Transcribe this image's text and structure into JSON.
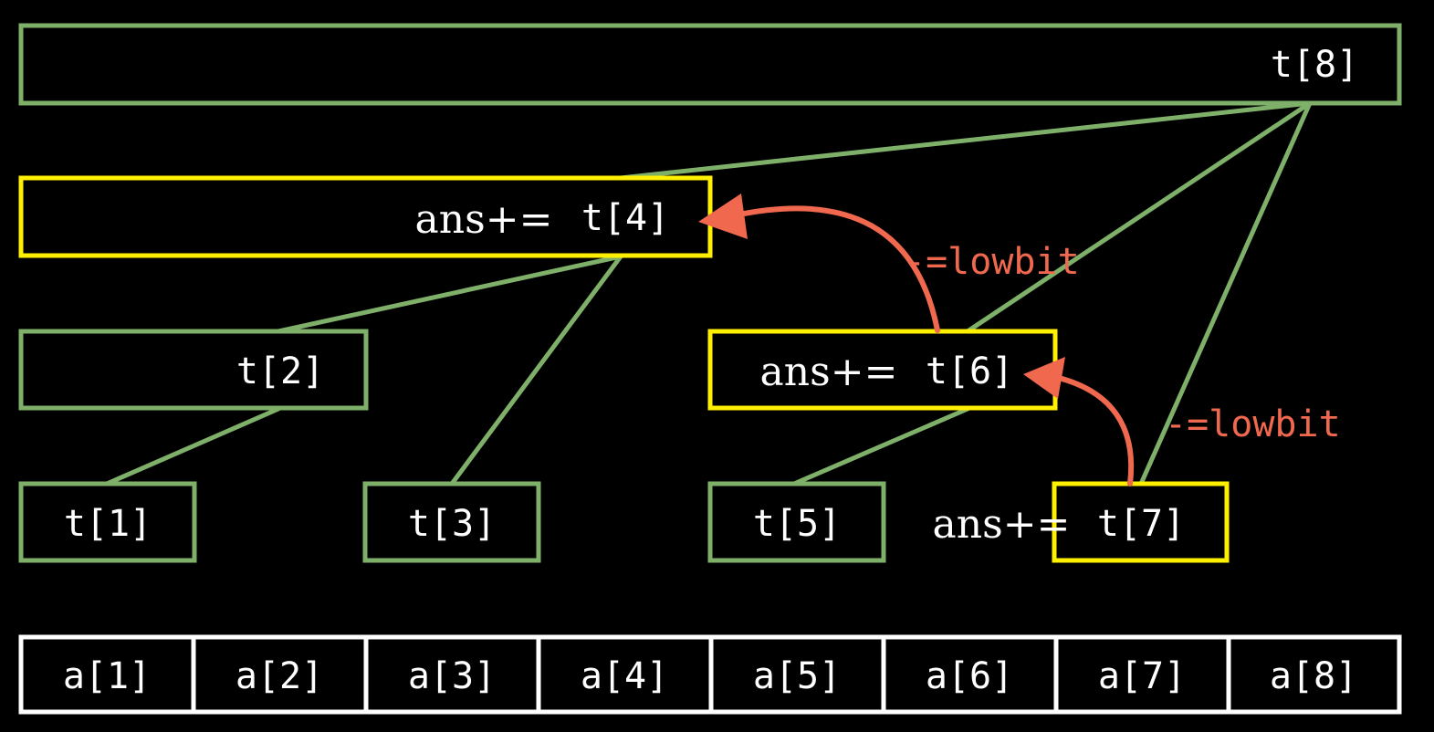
{
  "colors": {
    "background": "#000000",
    "tree_edge": "#7fb069",
    "node_border": "#7fb069",
    "highlight_border": "#ffef00",
    "array_border": "#ffffff",
    "text": "#ffffff",
    "arrow": "#f0684e"
  },
  "array": [
    "a[1]",
    "a[2]",
    "a[3]",
    "a[4]",
    "a[5]",
    "a[6]",
    "a[7]",
    "a[8]"
  ],
  "nodes": {
    "t8": "t[8]",
    "t4": "t[4]",
    "t2": "t[2]",
    "t6": "t[6]",
    "t1": "t[1]",
    "t3": "t[3]",
    "t5": "t[5]",
    "t7": "t[7]"
  },
  "prefix": "ans+=",
  "arrow_labels": {
    "t6_to_t4": "-=lowbit",
    "t7_to_t6": "-=lowbit"
  }
}
